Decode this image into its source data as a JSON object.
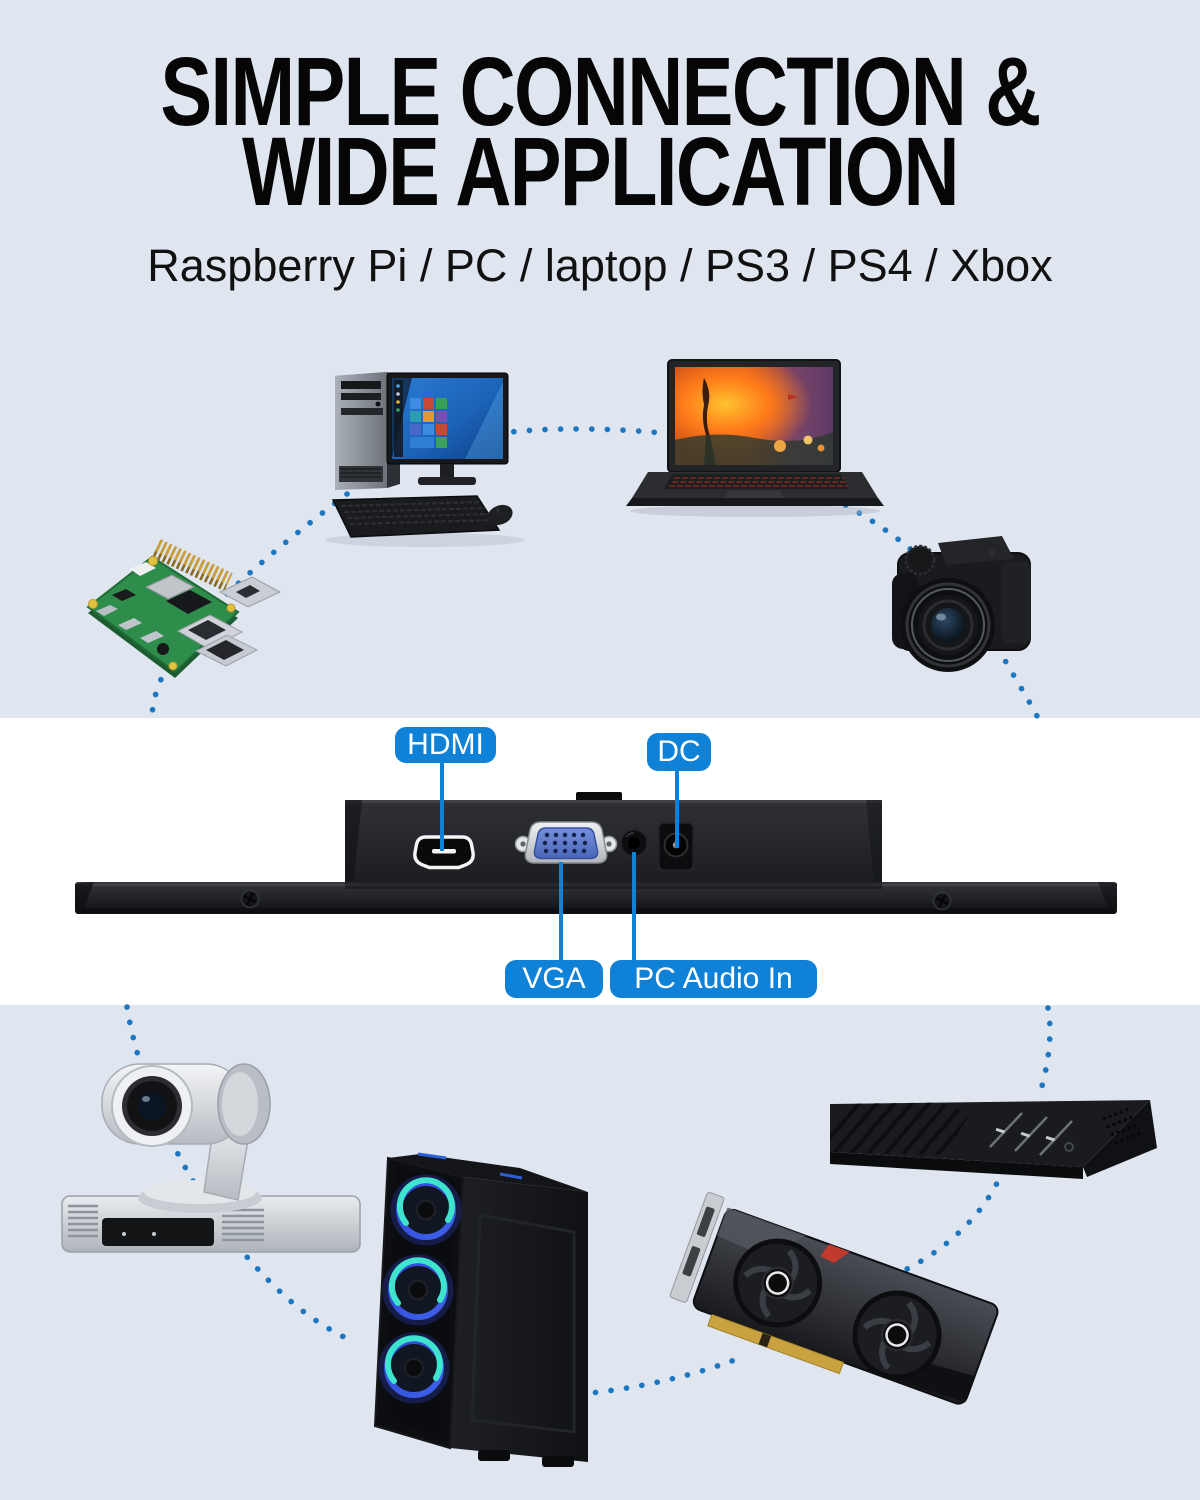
{
  "page": {
    "background_color": "#e0e6f0",
    "band_color": "#ffffff"
  },
  "header": {
    "title_line1": "SIMPLE CONNECTION &",
    "title_line2": "WIDE APPLICATION",
    "subtitle": "Raspberry Pi / PC / laptop / PS3 / PS4 / Xbox"
  },
  "connector_labels": {
    "hdmi": "HDMI",
    "dc": "DC",
    "vga": "VGA",
    "pc_audio_in": "PC Audio In"
  },
  "colors": {
    "label_blue": "#0f81d7",
    "dot_blue": "#1c77c0",
    "title_black": "#060606",
    "vga_port_blue": "#5b7fd4"
  },
  "top_devices": [
    {
      "name": "raspberry-pi"
    },
    {
      "name": "desktop-pc"
    },
    {
      "name": "laptop"
    },
    {
      "name": "digital-camera"
    }
  ],
  "bottom_devices": [
    {
      "name": "ptz-video-camera"
    },
    {
      "name": "pc-tower-case"
    },
    {
      "name": "graphics-card"
    },
    {
      "name": "dvr-recorder"
    }
  ],
  "monitor_ports": [
    "hdmi-port",
    "vga-port",
    "audio-jack",
    "dc-power-jack"
  ]
}
